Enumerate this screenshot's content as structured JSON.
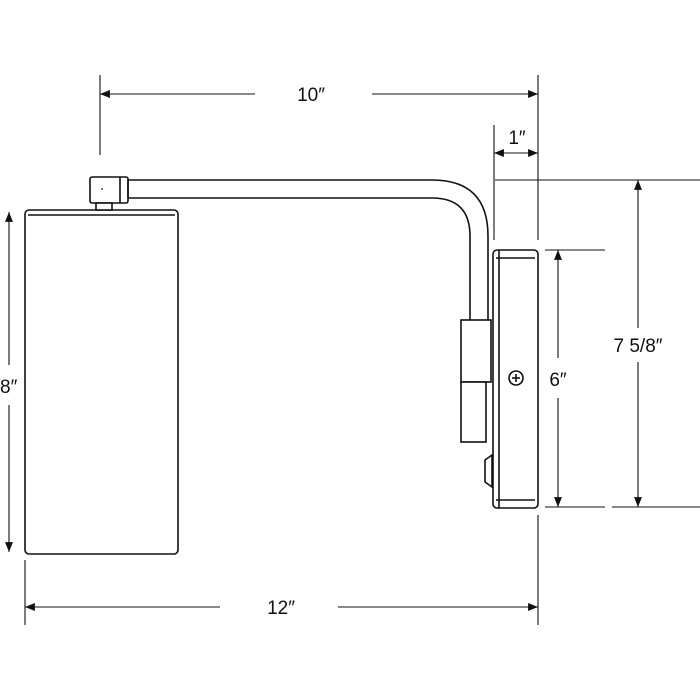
{
  "dimensions": {
    "arm_reach": "10″",
    "backplate_depth": "1″",
    "shade_height": "8″",
    "backplate_height": "6″",
    "overall_height": "7 5/8″",
    "overall_extension": "12″"
  },
  "colors": {
    "line": "#111111",
    "background": "#ffffff"
  }
}
